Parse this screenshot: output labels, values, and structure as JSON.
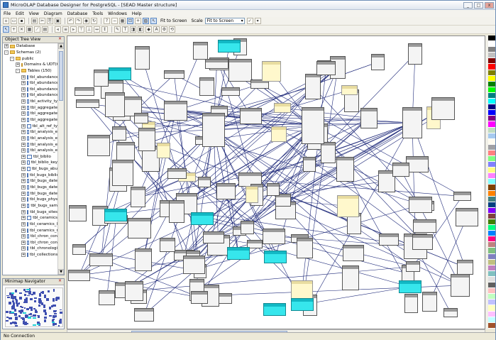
{
  "title": "MicroOLAP Database Designer for PostgreSQL - [SEAD Master structure]",
  "menu": [
    "File",
    "Edit",
    "View",
    "Diagram",
    "Database",
    "Tools",
    "Windows",
    "Help"
  ],
  "toolbar": {
    "fit_label": "Fit to Screen",
    "scale_label": "Scale",
    "scale_value": "Fit to Screen"
  },
  "object_tree": {
    "title": "Object Tree View",
    "items": [
      {
        "label": "Database",
        "level": 0,
        "kind": "folder",
        "exp": "+"
      },
      {
        "label": "Schemas (2)",
        "level": 0,
        "kind": "folder",
        "exp": "-"
      },
      {
        "label": "public",
        "level": 1,
        "kind": "folder",
        "exp": "-"
      },
      {
        "label": "Domains & UDT(6)",
        "level": 2,
        "kind": "folder",
        "exp": "+"
      },
      {
        "label": "Tables (150)",
        "level": 2,
        "kind": "folder",
        "exp": "-"
      },
      {
        "label": "tbl_abundance",
        "level": 3,
        "kind": "table",
        "exp": "+"
      },
      {
        "label": "tbl_abundance",
        "level": 3,
        "kind": "table",
        "exp": "+"
      },
      {
        "label": "tbl_abundance",
        "level": 3,
        "kind": "table",
        "exp": "+"
      },
      {
        "label": "tbl_abundance",
        "level": 3,
        "kind": "table",
        "exp": "+"
      },
      {
        "label": "tbl_activity_ty",
        "level": 3,
        "kind": "table",
        "exp": "+"
      },
      {
        "label": "tbl_aggregate",
        "level": 3,
        "kind": "table",
        "exp": "+"
      },
      {
        "label": "tbl_aggregate",
        "level": 3,
        "kind": "table",
        "exp": "+"
      },
      {
        "label": "tbl_aggregate",
        "level": 3,
        "kind": "table",
        "exp": "+"
      },
      {
        "label": "tbl_alt_ref_ty",
        "level": 3,
        "kind": "table",
        "exp": "+"
      },
      {
        "label": "tbl_analysis_e",
        "level": 3,
        "kind": "table",
        "exp": "+"
      },
      {
        "label": "tbl_analysis_e",
        "level": 3,
        "kind": "table",
        "exp": "+"
      },
      {
        "label": "tbl_analysis_e",
        "level": 3,
        "kind": "table",
        "exp": "+"
      },
      {
        "label": "tbl_analysis_e",
        "level": 3,
        "kind": "table",
        "exp": "+"
      },
      {
        "label": "tbl_biblio",
        "level": 3,
        "kind": "table",
        "exp": "+"
      },
      {
        "label": "tbl_biblio_key",
        "level": 3,
        "kind": "table",
        "exp": "+"
      },
      {
        "label": "tbl_bugs_abu",
        "level": 3,
        "kind": "table",
        "exp": "+"
      },
      {
        "label": "tbl_bugs_biblio",
        "level": 3,
        "kind": "table",
        "exp": "+"
      },
      {
        "label": "tbl_bugs_date",
        "level": 3,
        "kind": "table",
        "exp": "+"
      },
      {
        "label": "tbl_bugs_date",
        "level": 3,
        "kind": "table",
        "exp": "+"
      },
      {
        "label": "tbl_bugs_date",
        "level": 3,
        "kind": "table",
        "exp": "+"
      },
      {
        "label": "tbl_bugs_phys",
        "level": 3,
        "kind": "table",
        "exp": "+"
      },
      {
        "label": "tbl_bugs_sam",
        "level": 3,
        "kind": "table",
        "exp": "+"
      },
      {
        "label": "tbl_bugs_sites",
        "level": 3,
        "kind": "table",
        "exp": "+"
      },
      {
        "label": "tbl_ceramics",
        "level": 3,
        "kind": "table",
        "exp": "+"
      },
      {
        "label": "tbl_ceramics_l",
        "level": 3,
        "kind": "table",
        "exp": "+"
      },
      {
        "label": "tbl_ceramics_r",
        "level": 3,
        "kind": "table",
        "exp": "+"
      },
      {
        "label": "tbl_chron_con",
        "level": 3,
        "kind": "table",
        "exp": "+"
      },
      {
        "label": "tbl_chron_con",
        "level": 3,
        "kind": "table",
        "exp": "+"
      },
      {
        "label": "tbl_chronologi",
        "level": 3,
        "kind": "table",
        "exp": "+"
      },
      {
        "label": "tbl_collections",
        "level": 3,
        "kind": "table",
        "exp": "+"
      }
    ]
  },
  "minimap": {
    "title": "Minimap Navigator"
  },
  "status": {
    "text": "No Connection"
  },
  "palette": [
    "#000000",
    "#ffffff",
    "#808080",
    "#c0c0c0",
    "#800000",
    "#ff0000",
    "#808000",
    "#ffff00",
    "#008000",
    "#00ff00",
    "#008080",
    "#00ffff",
    "#000080",
    "#0000ff",
    "#800080",
    "#ff00ff",
    "#c0dcc0",
    "#a6caf0",
    "#fffbf0",
    "#a0a0a4",
    "#ff8080",
    "#80ff80",
    "#8080ff",
    "#ffff80",
    "#ff80ff",
    "#80ffff",
    "#804000",
    "#ff8000",
    "#408080",
    "#004080",
    "#8000ff",
    "#804040",
    "#408000",
    "#00ff80",
    "#0080ff",
    "#ff0080",
    "#c08080",
    "#80c080",
    "#8080c0",
    "#c0c080",
    "#c080c0",
    "#80c0c0",
    "#e0e0e0",
    "#606060",
    "#ffc0c0",
    "#c0ffc0",
    "#c0c0ff",
    "#ffffc0",
    "#ffc0ff",
    "#c0ffff",
    "#a0522d"
  ],
  "colors": {
    "selected_entity": "#36e6ec",
    "relation_line": "#1f2a7a",
    "note_entity": "#fff8cc"
  }
}
